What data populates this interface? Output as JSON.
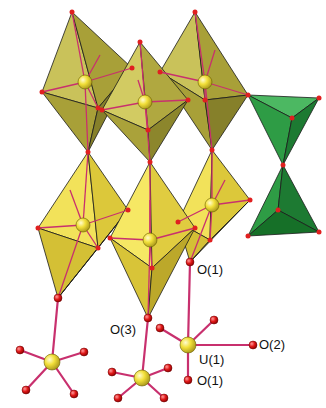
{
  "diagram": {
    "labels": [
      "O(1)",
      "O(3)",
      "U(1)",
      "O(2)",
      "O(1)"
    ]
  }
}
